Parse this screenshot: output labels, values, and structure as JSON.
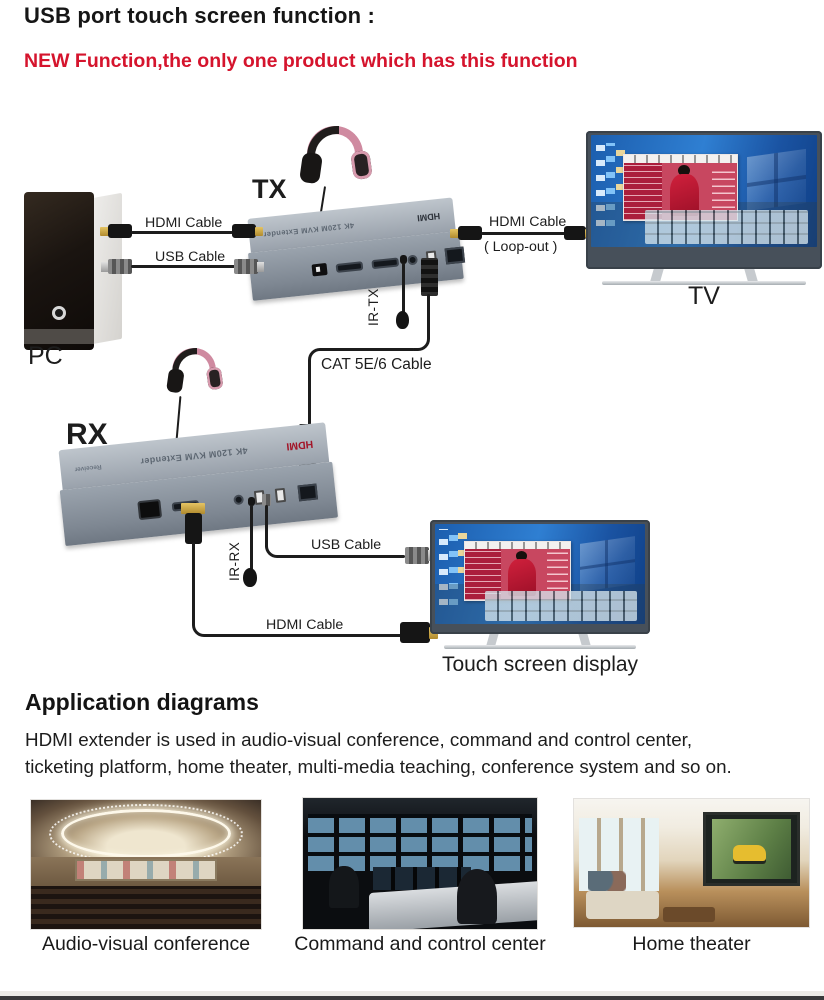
{
  "header": {
    "title": "USB port touch screen function :",
    "subtitle": "NEW Function,the only one product which has this function"
  },
  "diagram": {
    "pc_label": "PC",
    "tx_label": "TX",
    "rx_label": "RX",
    "tv_label": "TV",
    "touch_label": "Touch screen display",
    "device_text": "4K 120M KVM Extender",
    "device_brand": "HDMI",
    "rx_device_subtext": "Receiver",
    "cable_labels": {
      "hdmi_pc_tx": "HDMI Cable",
      "usb_pc_tx": "USB Cable",
      "hdmi_tx_tv": "HDMI Cable",
      "loop_out": "( Loop-out )",
      "ir_tx": "IR-TX",
      "cat": "CAT 5E/6 Cable",
      "ir_rx": "IR-RX",
      "usb_rx_touch": "USB Cable",
      "hdmi_rx_touch": "HDMI Cable"
    }
  },
  "applications": {
    "heading": "Application diagrams",
    "description_lines": [
      "HDMI extender is used in audio-visual conference, command and control center,",
      "ticketing platform, home theater, multi-media teaching, conference system and so on."
    ],
    "items": [
      {
        "caption": "Audio-visual conference"
      },
      {
        "caption": "Command and control center"
      },
      {
        "caption": "Home theater"
      }
    ]
  },
  "colors": {
    "accent_red": "#d5142d",
    "device_gray": "#8d96a1",
    "screen_blue": "#2a6fc0"
  }
}
